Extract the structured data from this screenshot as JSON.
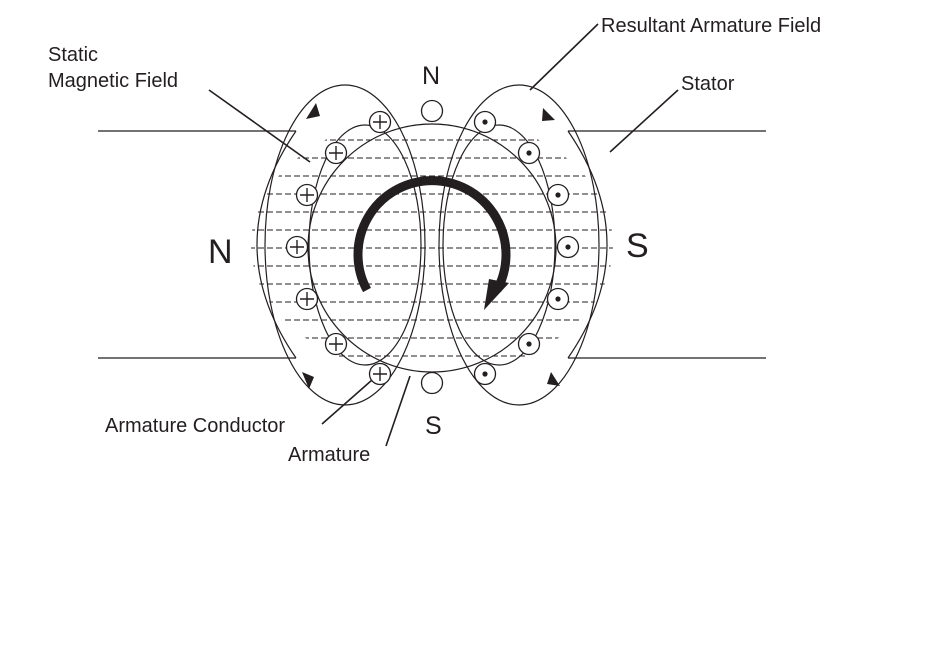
{
  "labels": {
    "static_field": [
      "Static",
      "Magnetic Field"
    ],
    "resultant_field": "Resultant Armature Field",
    "stator": "Stator",
    "armature_conductor": "Armature Conductor",
    "armature": "Armature"
  },
  "poles": {
    "stator_left": "N",
    "stator_right": "S",
    "armature_top": "N",
    "armature_bottom": "S"
  },
  "symbols": {
    "into_page": "+",
    "out_of_page": "dot"
  },
  "colors": {
    "ink": "#231f20",
    "background": "#ffffff"
  }
}
